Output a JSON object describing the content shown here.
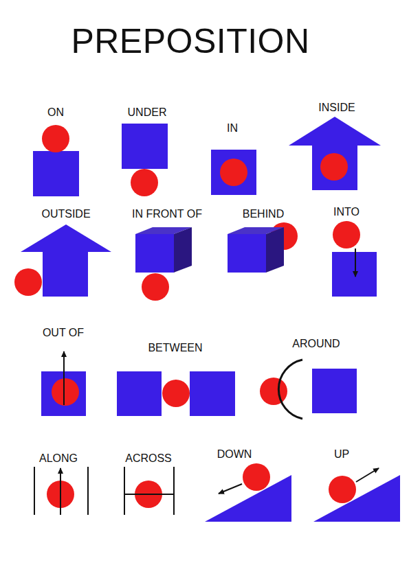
{
  "diagram": {
    "title": "PREPOSITION",
    "labels": [
      "ON",
      "UNDER",
      "IN",
      "INSIDE",
      "OUTSIDE",
      "IN FRONT OF",
      "BEHIND",
      "INTO",
      "OUT OF",
      "BETWEEN",
      "AROUND",
      "ALONG",
      "ACROSS",
      "DOWN",
      "UP"
    ]
  }
}
